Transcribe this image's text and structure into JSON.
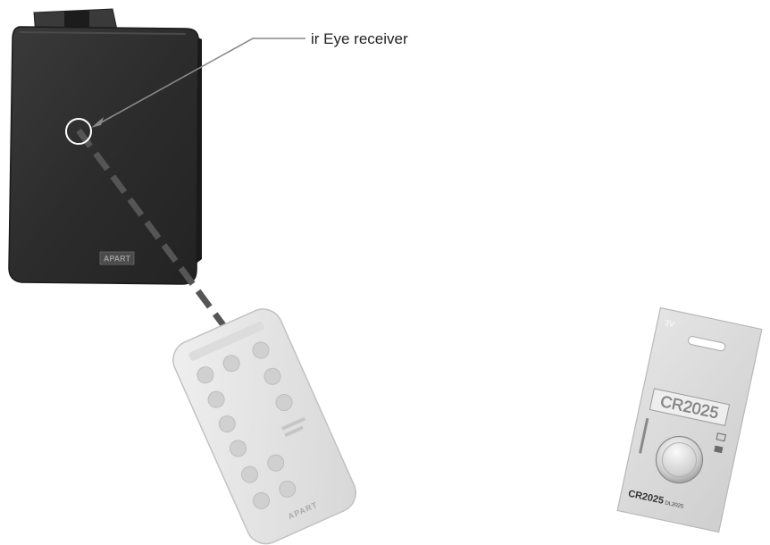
{
  "callout": {
    "label": "ir Eye receiver"
  },
  "speaker": {
    "brand_text": "APART"
  },
  "remote": {
    "brand_text": "APART"
  },
  "battery": {
    "voltage": "3V",
    "model_large": "CR2025",
    "model_small": "CR2025",
    "model_suffix": "DL2025"
  },
  "colors": {
    "speaker_body": "#2b2b2b",
    "speaker_front": "#333333",
    "ir_beam": "#555555",
    "callout_line": "#8a8a8a",
    "remote_body": "#e6e6e6",
    "battery_card": "#d9d9d9"
  }
}
